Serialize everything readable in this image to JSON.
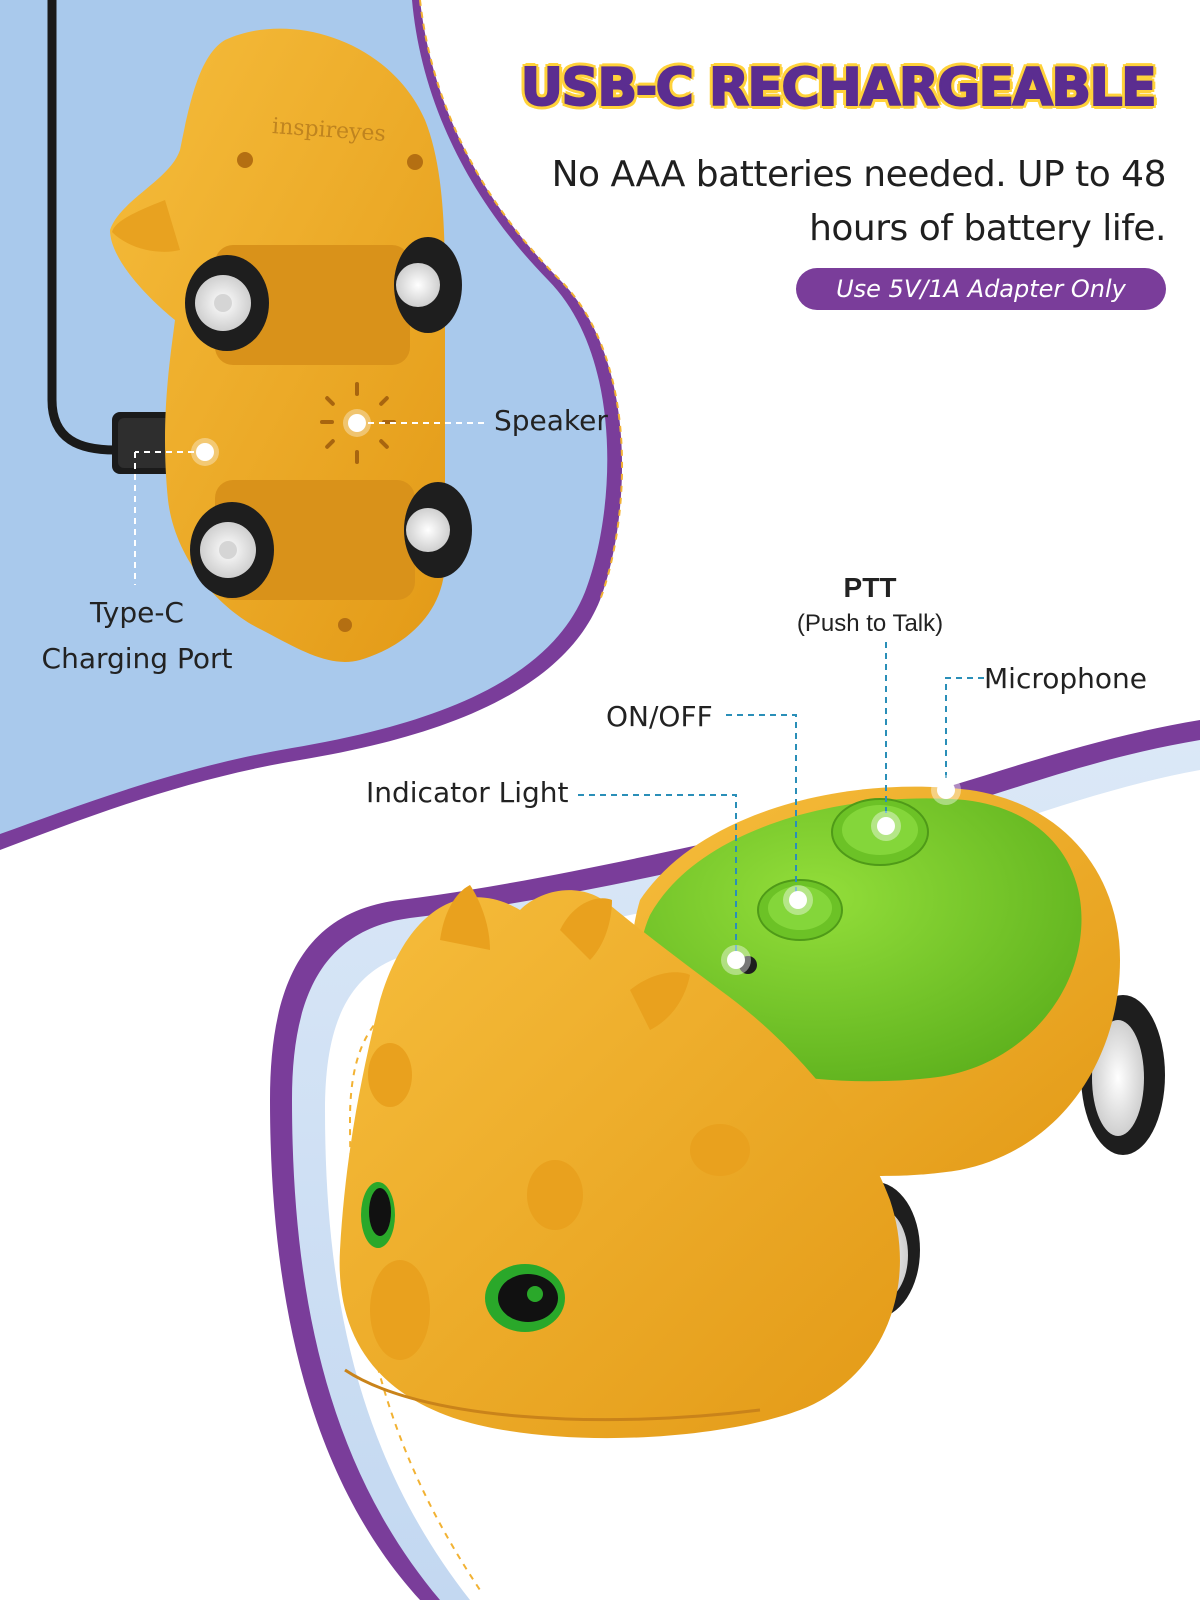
{
  "headline": "USB-C RECHARGEABLE",
  "subline": "No AAA batteries needed. UP to 48 hours of battery life.",
  "adapter_note": "Use 5V/1A Adapter Only",
  "brand_mark": "inspireyes",
  "callouts": {
    "speaker": "Speaker",
    "type_c": "Type-C Charging Port",
    "ptt_title": "PTT",
    "ptt_subtitle": "(Push to Talk)",
    "microphone": "Microphone",
    "on_off": "ON/OFF",
    "indicator_light": "Indicator Light"
  },
  "colors": {
    "headline_purple": "#5b2d90",
    "headline_outline": "#ffd23a",
    "accent_purple": "#7a3d9a",
    "panel_blue": "#a9c9ec",
    "toy_yellow": "#f0aa24",
    "toy_green": "#7ccc2b",
    "callout_line": "#2a8fb8"
  }
}
